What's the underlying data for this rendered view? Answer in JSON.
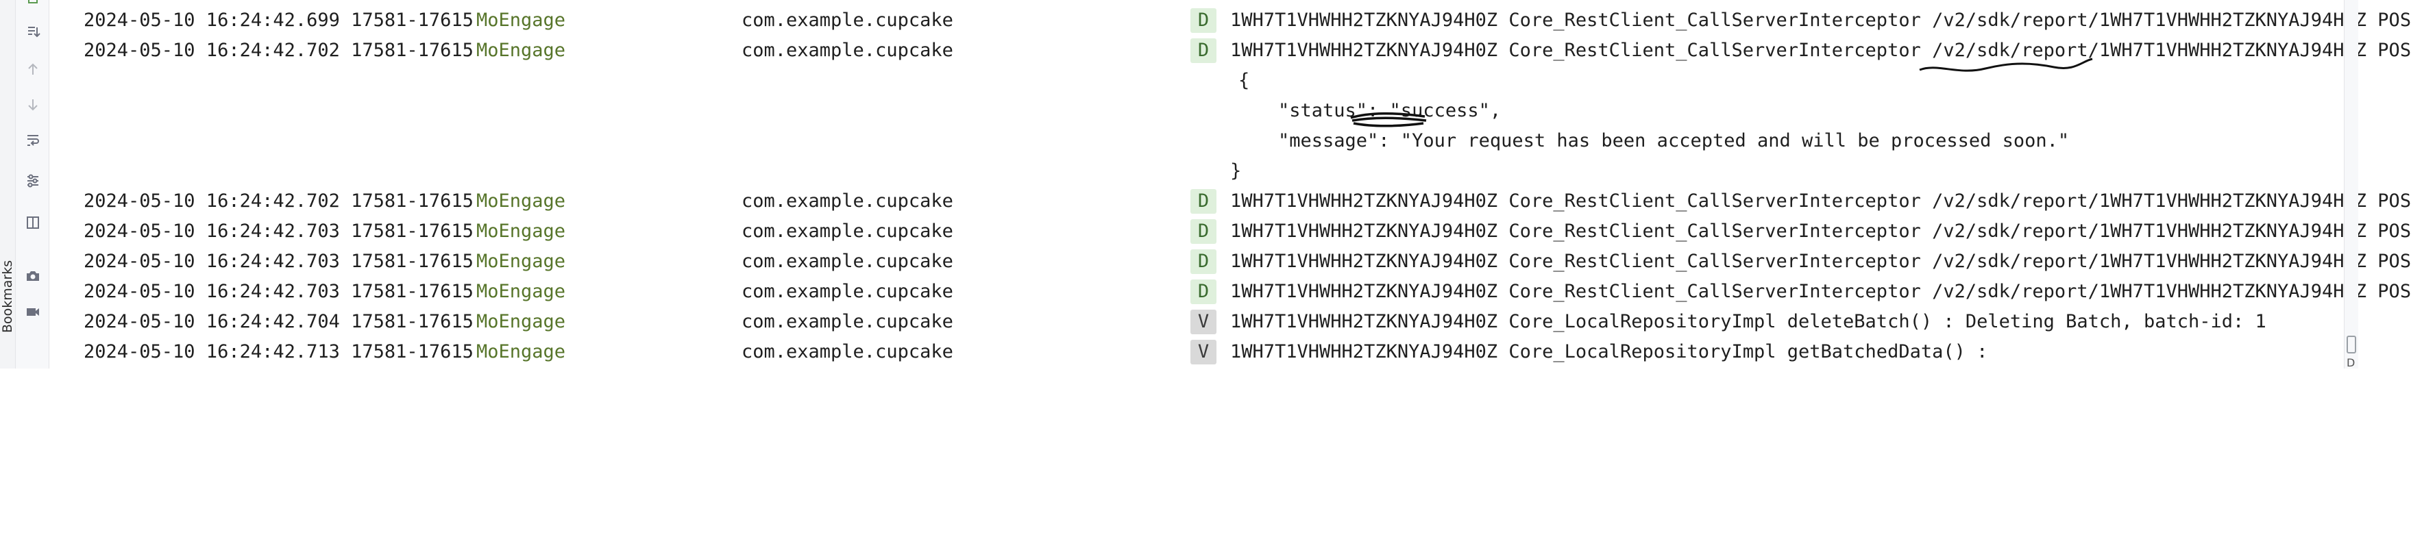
{
  "sidebar": {
    "bookmarks_label": "Bookmarks"
  },
  "toolbar": {
    "tools": [
      {
        "name": "up-arrow-icon"
      },
      {
        "name": "down-arrow-icon"
      },
      {
        "name": "soft-wrap-icon"
      },
      {
        "name": "filter-settings-icon"
      },
      {
        "name": "split-view-icon"
      },
      {
        "name": "camera-icon"
      },
      {
        "name": "video-icon"
      }
    ]
  },
  "right_strip": {
    "glyph": "D"
  },
  "log": {
    "rows": [
      {
        "time": "2024-05-10 16:24:42.699 17581-17615",
        "tag": "MoEngage",
        "pkg": "com.example.cupcake",
        "level": "D",
        "msg": "1WH7T1VHWHH2TZKNYAJ94H0Z Core_RestClient_CallServerInterceptor /v2/sdk/report/1WH7T1VHWHH2TZKNYAJ94H0Z POS"
      },
      {
        "time": "2024-05-10 16:24:42.702 17581-17615",
        "tag": "MoEngage",
        "pkg": "com.example.cupcake",
        "level": "D",
        "msg": "1WH7T1VHWHH2TZKNYAJ94H0Z Core_RestClient_CallServerInterceptor /v2/sdk/report/1WH7T1VHWHH2TZKNYAJ94H0Z POS"
      },
      {
        "time": "2024-05-10 16:24:42.702 17581-17615",
        "tag": "MoEngage",
        "pkg": "com.example.cupcake",
        "level": "D",
        "msg": "1WH7T1VHWHH2TZKNYAJ94H0Z Core_RestClient_CallServerInterceptor /v2/sdk/report/1WH7T1VHWHH2TZKNYAJ94H0Z POS"
      },
      {
        "time": "2024-05-10 16:24:42.703 17581-17615",
        "tag": "MoEngage",
        "pkg": "com.example.cupcake",
        "level": "D",
        "msg": "1WH7T1VHWHH2TZKNYAJ94H0Z Core_RestClient_CallServerInterceptor /v2/sdk/report/1WH7T1VHWHH2TZKNYAJ94H0Z POS"
      },
      {
        "time": "2024-05-10 16:24:42.703 17581-17615",
        "tag": "MoEngage",
        "pkg": "com.example.cupcake",
        "level": "D",
        "msg": "1WH7T1VHWHH2TZKNYAJ94H0Z Core_RestClient_CallServerInterceptor /v2/sdk/report/1WH7T1VHWHH2TZKNYAJ94H0Z POS"
      },
      {
        "time": "2024-05-10 16:24:42.703 17581-17615",
        "tag": "MoEngage",
        "pkg": "com.example.cupcake",
        "level": "D",
        "msg": "1WH7T1VHWHH2TZKNYAJ94H0Z Core_RestClient_CallServerInterceptor /v2/sdk/report/1WH7T1VHWHH2TZKNYAJ94H0Z POS"
      },
      {
        "time": "2024-05-10 16:24:42.704 17581-17615",
        "tag": "MoEngage",
        "pkg": "com.example.cupcake",
        "level": "V",
        "msg": "1WH7T1VHWHH2TZKNYAJ94H0Z Core_LocalRepositoryImpl deleteBatch() : Deleting Batch, batch-id: 1"
      },
      {
        "time": "2024-05-10 16:24:42.713 17581-17615",
        "tag": "MoEngage",
        "pkg": "com.example.cupcake",
        "level": "V",
        "msg": "1WH7T1VHWHH2TZKNYAJ94H0Z Core_LocalRepositoryImpl getBatchedData() :"
      }
    ],
    "json_body": {
      "open": "{",
      "status_line": "\"status\": \"success\",",
      "message_line": "\"message\": \"Your request has been accepted and will be processed soon.\"",
      "close": "}"
    }
  },
  "colors": {
    "tag": "#57752a",
    "level_debug_bg": "#dff0dc",
    "level_verbose_bg": "#d9d9d9"
  }
}
